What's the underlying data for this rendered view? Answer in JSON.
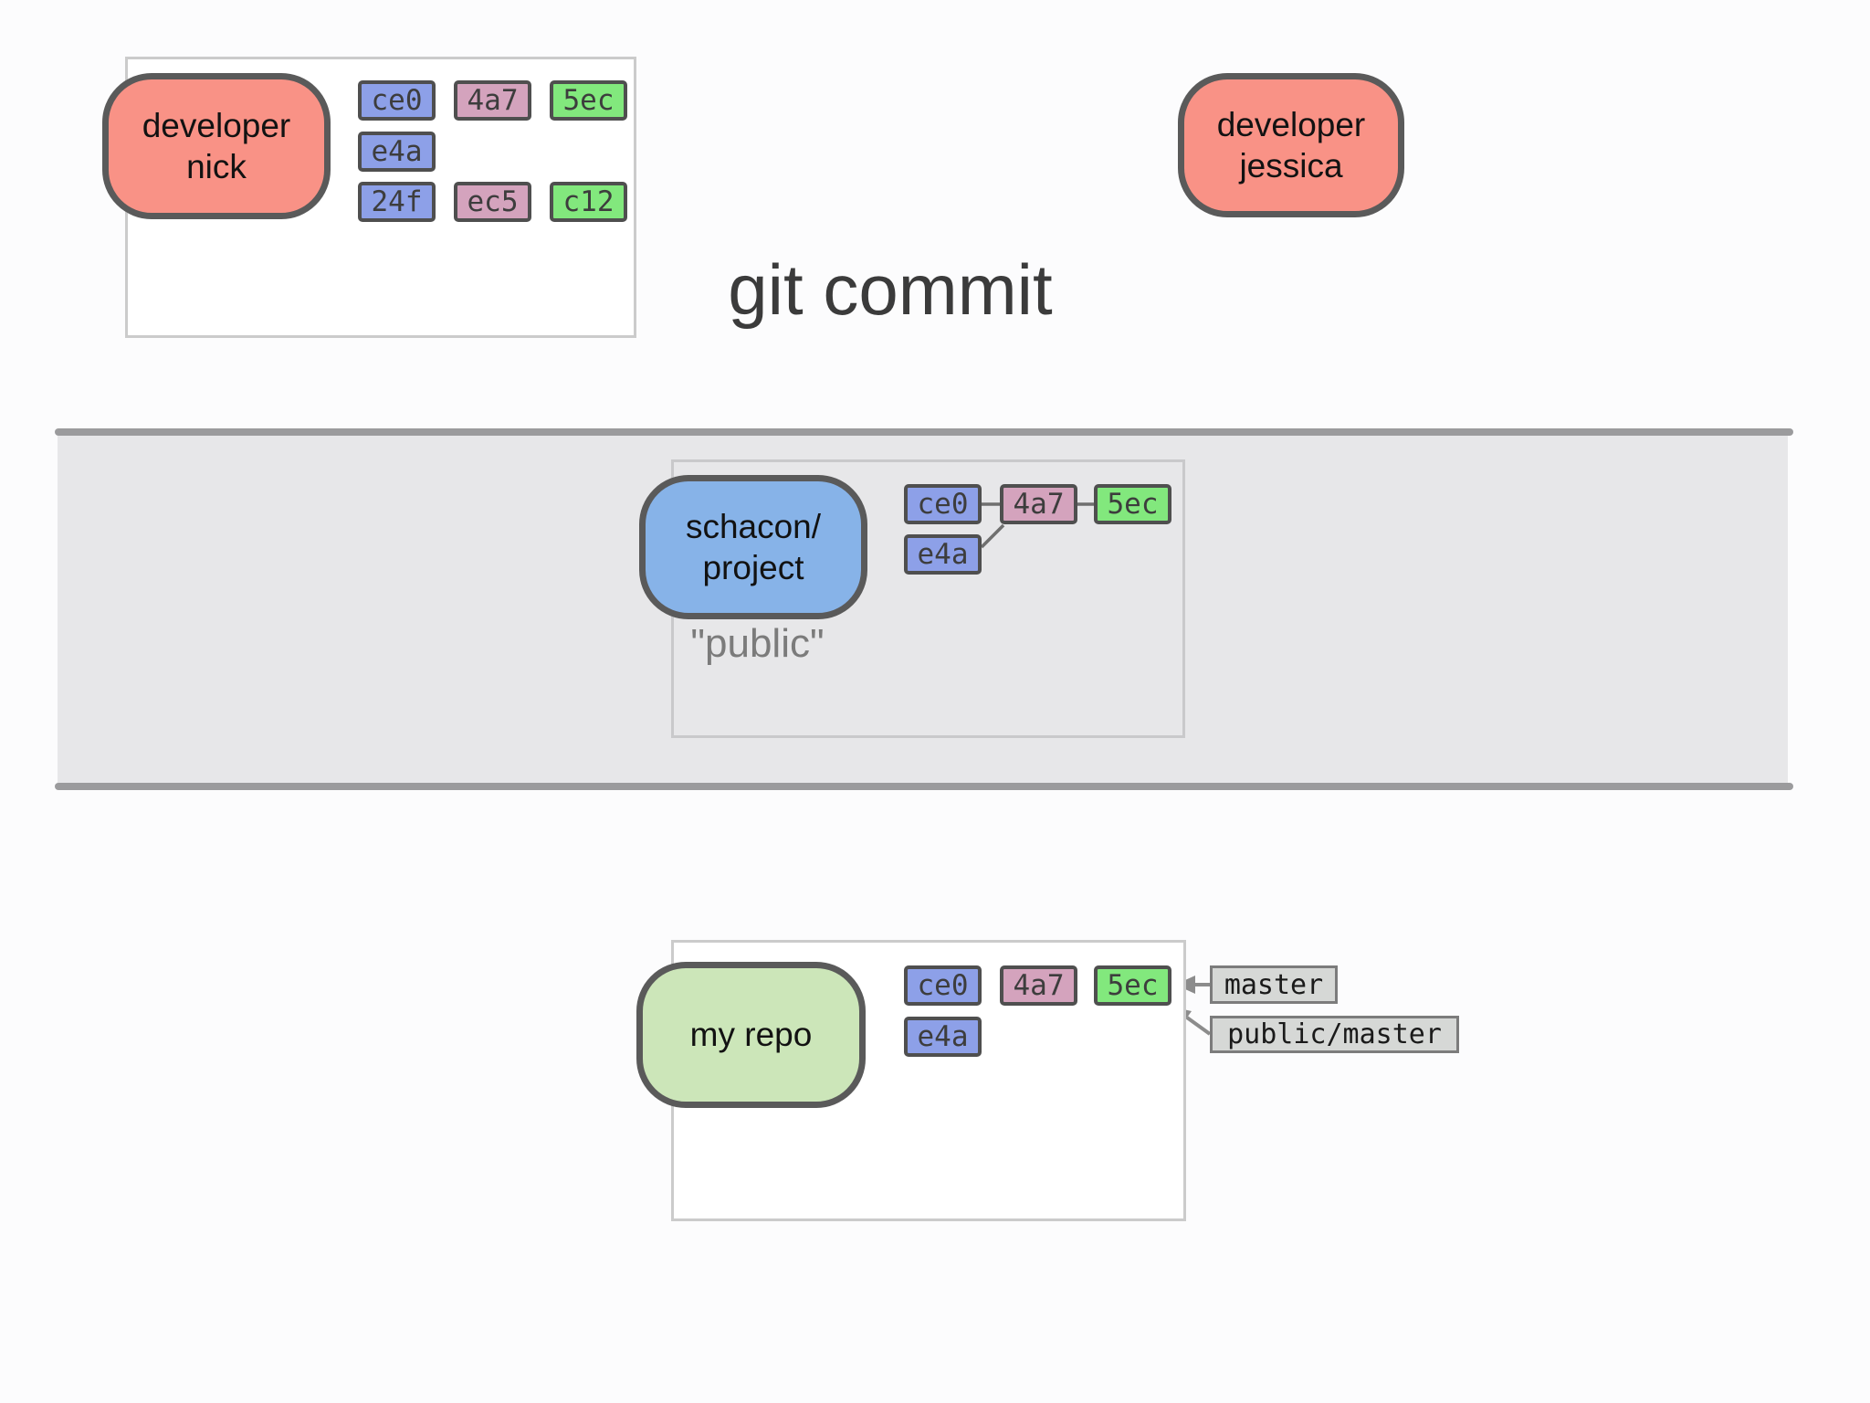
{
  "title": "git commit",
  "top_left": {
    "developer": "developer\nnick",
    "commits": {
      "ce0": "ce0",
      "a47": "4a7",
      "sec": "5ec",
      "e4a": "e4a",
      "f24": "24f",
      "ec5": "ec5",
      "c12": "c12"
    }
  },
  "top_right": {
    "developer": "developer\njessica"
  },
  "public_repo": {
    "name": "schacon/\nproject",
    "caption": "\"public\"",
    "commits": {
      "ce0": "ce0",
      "a47": "4a7",
      "sec": "5ec",
      "e4a": "e4a"
    }
  },
  "local_repo": {
    "name": "my repo",
    "commits": {
      "ce0": "ce0",
      "a47": "4a7",
      "sec": "5ec",
      "e4a": "e4a"
    },
    "refs": {
      "master": "master",
      "public_master": "public/master"
    }
  },
  "colors": {
    "commit_blue": "#8da0e8",
    "commit_pink": "#d4a3bd",
    "commit_green": "#82e87d",
    "developer_red": "#f99286",
    "public_repo_blue": "#87b3e8",
    "local_repo_green": "#cce6b9",
    "ref_label_gray": "#d6d8d6",
    "band_gray": "#e7e7e9",
    "title_color": "#3b3b3b"
  }
}
